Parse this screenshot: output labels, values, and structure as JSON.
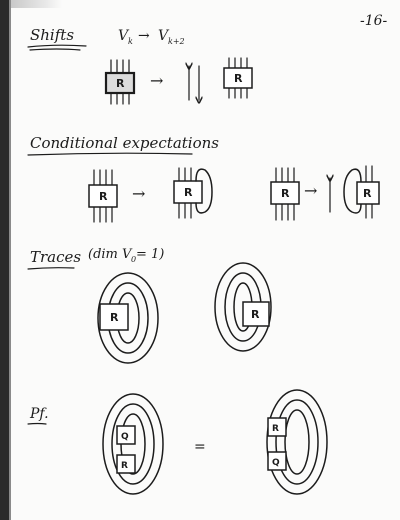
{
  "page_number": "-16-",
  "sections": {
    "shifts": {
      "heading": "Shifts",
      "formula": "V",
      "formula_sub1": "k",
      "arrow": "→",
      "formula2": "V",
      "formula_sub2": "k+2"
    },
    "conditional": {
      "heading": "Conditional expectations"
    },
    "traces": {
      "heading": "Traces",
      "condition": "(dim V",
      "condition_sub": "0",
      "condition_end": " = 1)"
    },
    "proof": {
      "heading": "Pf.",
      "equals": "="
    }
  },
  "box_labels": {
    "r": "R",
    "q": "Q"
  },
  "arrows": {
    "map": "→"
  }
}
